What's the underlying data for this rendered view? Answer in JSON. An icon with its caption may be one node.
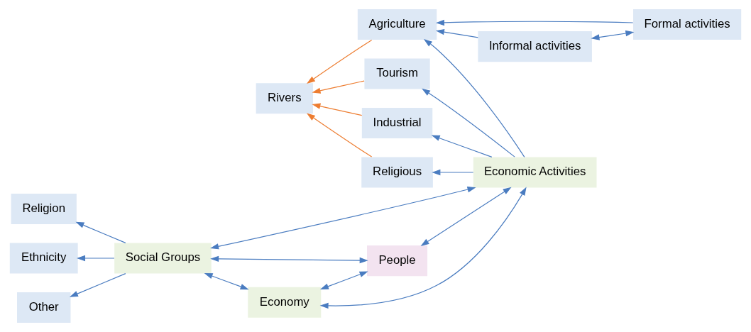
{
  "diagram": {
    "nodes": [
      {
        "text": [
          "Rivers"
        ]
      },
      {
        "text": [
          "Religious"
        ]
      },
      {
        "text": [
          "Tourism"
        ]
      },
      {
        "text": [
          "Industrial"
        ]
      },
      {
        "text": [
          "Agriculture"
        ]
      },
      {
        "text": [
          "Formal activities"
        ]
      },
      {
        "text": [
          "Informal activities"
        ]
      },
      {
        "text": [
          "Economic Activities"
        ]
      },
      {
        "text": [
          "People"
        ]
      },
      {
        "text": [
          "Economy"
        ]
      },
      {
        "text": [
          "Social Groups"
        ]
      },
      {
        "text": [
          "Religion"
        ]
      },
      {
        "text": [
          "Ethnicity"
        ]
      },
      {
        "text": [
          "Other"
        ]
      }
    ],
    "edges": [
      {
        "from": 7,
        "to": 1,
        "arrow": "to"
      },
      {
        "from": 7,
        "to": 2,
        "arrow": "to"
      },
      {
        "from": 7,
        "to": 3,
        "arrow": "to"
      },
      {
        "from": 7,
        "to": 4,
        "arrow": "to"
      },
      {
        "from": 1,
        "to": 0,
        "arrow": "to",
        "color": "#ed7d31"
      },
      {
        "from": 2,
        "to": 0,
        "arrow": "to",
        "color": "#ed7d31"
      },
      {
        "from": 3,
        "to": 0,
        "arrow": "to",
        "color": "#ed7d31"
      },
      {
        "from": 4,
        "to": 0,
        "arrow": "to",
        "color": "#ed7d31"
      },
      {
        "from": 5,
        "to": 4,
        "arrow": "to"
      },
      {
        "from": 6,
        "to": 4,
        "arrow": "to"
      },
      {
        "from": 5,
        "to": 6,
        "arrow": "both"
      },
      {
        "from": 7,
        "to": 8,
        "arrow": "both"
      },
      {
        "from": 7,
        "to": 9,
        "arrow": "both"
      },
      {
        "from": 7,
        "to": 10,
        "arrow": "both"
      },
      {
        "from": 8,
        "to": 9,
        "arrow": "both"
      },
      {
        "from": 8,
        "to": 10,
        "arrow": "both"
      },
      {
        "from": 9,
        "to": 10,
        "arrow": "both"
      },
      {
        "from": 10,
        "to": 11,
        "arrow": "to"
      },
      {
        "from": 10,
        "to": 12,
        "arrow": "to"
      },
      {
        "from": 10,
        "to": 13,
        "arrow": "to"
      }
    ]
  }
}
